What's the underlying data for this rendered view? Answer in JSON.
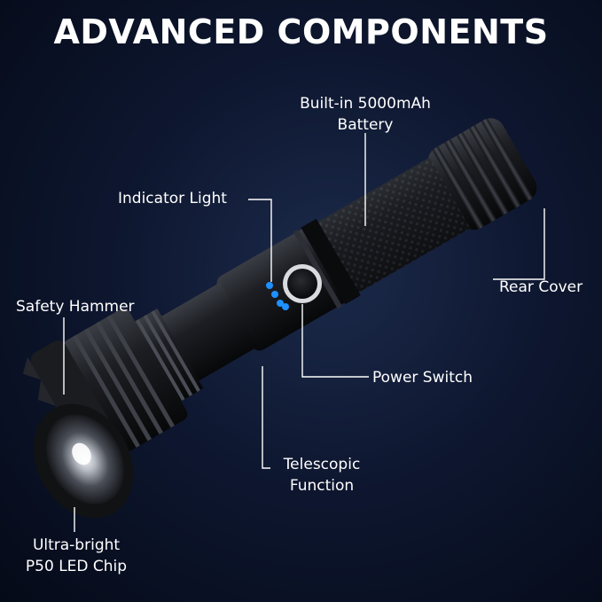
{
  "title": "ADVANCED COMPONENTS",
  "labels": {
    "battery_line1": "Built-in 5000mAh",
    "battery_line2": "Battery",
    "indicator_light": "Indicator Light",
    "rear_cover": "Rear Cover",
    "safety_hammer": "Safety Hammer",
    "power_switch": "Power Switch",
    "telescopic_line1": "Telescopic",
    "telescopic_line2": "Function",
    "led_line1": "Ultra-bright",
    "led_line2": "P50 LED Chip"
  },
  "indicator_levels": 4,
  "colors": {
    "background": "#0e1730",
    "indicator": "#1e90ff",
    "leader_line": "#ffffff",
    "text": "#ffffff"
  }
}
